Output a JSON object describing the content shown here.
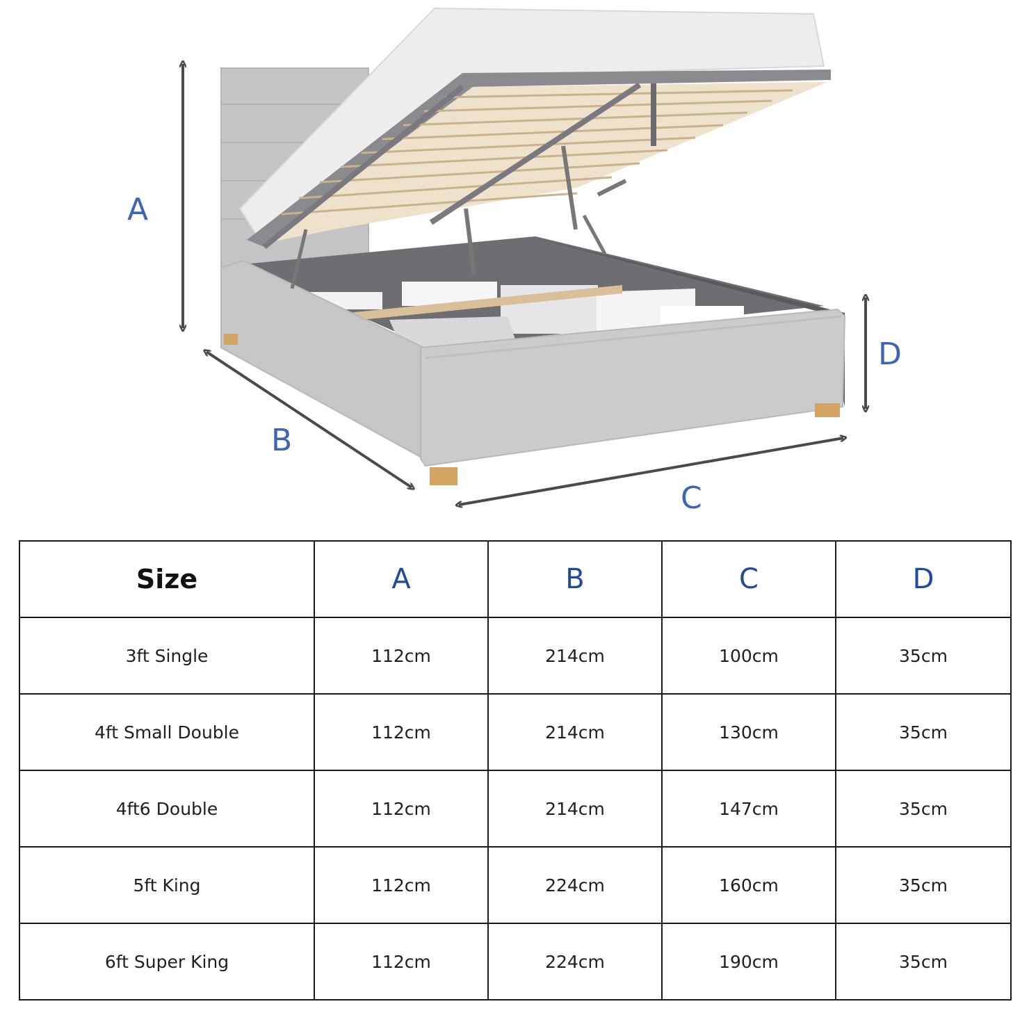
{
  "diagram": {
    "labels": {
      "a": "A",
      "b": "B",
      "c": "C",
      "d": "D"
    },
    "label_color": "#3f63b8",
    "arrow_color": "#4a4a4a",
    "bed_color": "#c9c9cb"
  },
  "table": {
    "header": [
      "Size",
      "A",
      "B",
      "C",
      "D"
    ],
    "header_letter_color": "#1f4a9a",
    "rows": [
      [
        "3ft Single",
        "112cm",
        "214cm",
        "100cm",
        "35cm"
      ],
      [
        "4ft Small Double",
        "112cm",
        "214cm",
        "130cm",
        "35cm"
      ],
      [
        "4ft6 Double",
        "112cm",
        "214cm",
        "147cm",
        "35cm"
      ],
      [
        "5ft King",
        "112cm",
        "224cm",
        "160cm",
        "35cm"
      ],
      [
        "6ft Super King",
        "112cm",
        "224cm",
        "190cm",
        "35cm"
      ]
    ]
  }
}
